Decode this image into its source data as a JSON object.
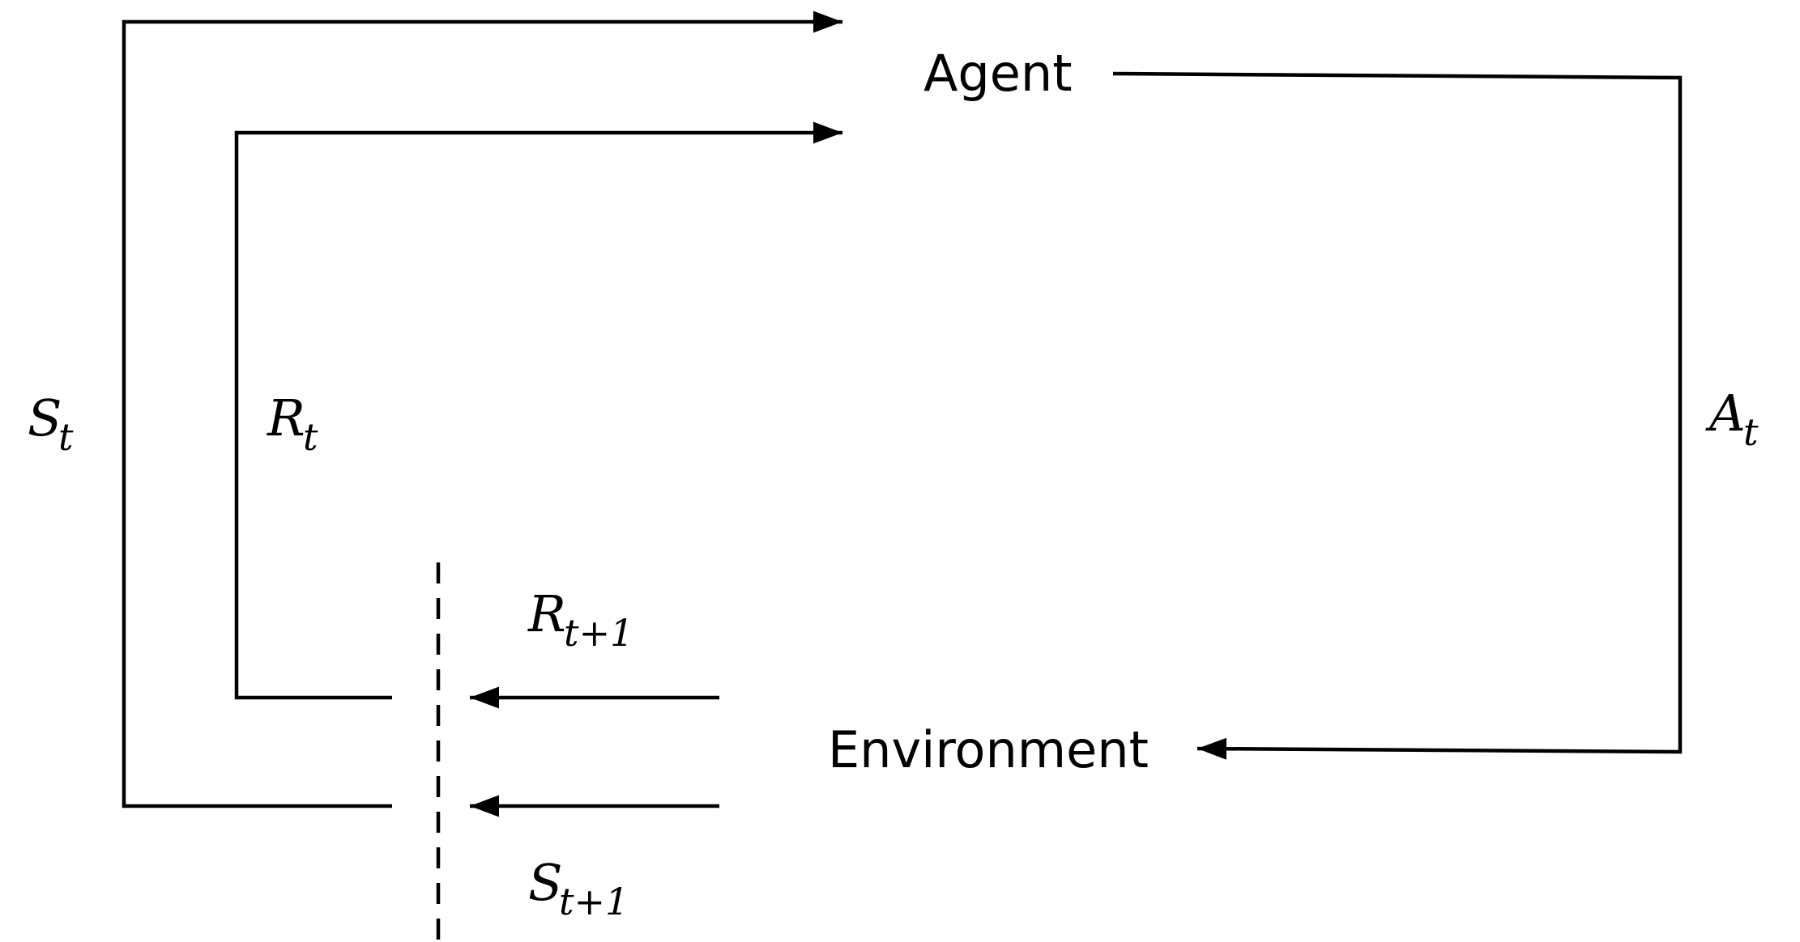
{
  "nodes": {
    "agent": "Agent",
    "environment": "Environment"
  },
  "signals": {
    "state": {
      "symbol": "S",
      "sub": "t"
    },
    "reward": {
      "symbol": "R",
      "sub": "t"
    },
    "action": {
      "symbol": "A",
      "sub": "t"
    },
    "next_reward": {
      "symbol": "R",
      "sub": "t+1"
    },
    "next_state": {
      "symbol": "S",
      "sub": "t+1"
    }
  },
  "colors": {
    "stroke": "#000000",
    "background": "#ffffff"
  }
}
